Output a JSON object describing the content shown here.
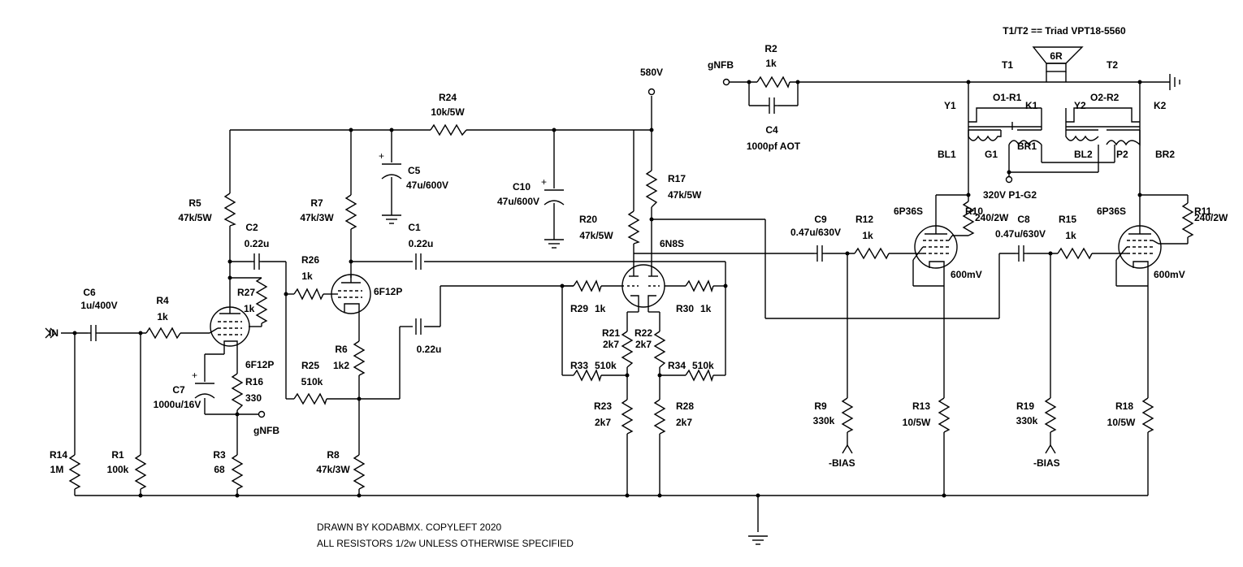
{
  "schematic": {
    "labels": {
      "in": "IN",
      "v580": "580V",
      "gnfb_top": "gNFB",
      "gnfb_bottom": "gNFB",
      "xfmr_note": "T1/T2 == Triad VPT18-5560",
      "speaker": "6R",
      "t1": "T1",
      "t2": "T2",
      "y1": "Y1",
      "y2": "Y2",
      "o1r1": "O1-R1",
      "o2r2": "O2-R2",
      "k1": "K1",
      "k2": "K2",
      "bl1": "BL1",
      "bl2": "BL2",
      "g1": "G1",
      "br1": "BR1",
      "br2": "BR2",
      "p2": "P2",
      "v320": "320V P1-G2",
      "bias1": "-BIAS",
      "bias2": "-BIAS",
      "mv1": "600mV",
      "mv2": "600mV",
      "credit": "DRAWN BY KODABMX. COPYLEFT 2020",
      "note": "ALL RESISTORS 1/2w UNLESS OTHERWISE SPECIFIED"
    },
    "components": {
      "r1": {
        "name": "R1",
        "value": "100k"
      },
      "r2": {
        "name": "R2",
        "value": "1k"
      },
      "r3": {
        "name": "R3",
        "value": "68"
      },
      "r4": {
        "name": "R4",
        "value": "1k"
      },
      "r5": {
        "name": "R5",
        "value": "47k/5W"
      },
      "r6": {
        "name": "R6",
        "value": "1k2"
      },
      "r7": {
        "name": "R7",
        "value": "47k/3W"
      },
      "r8": {
        "name": "R8",
        "value": "47k/3W"
      },
      "r9": {
        "name": "R9",
        "value": "330k"
      },
      "r10": {
        "name": "R10",
        "value": "240/2W"
      },
      "r11": {
        "name": "R11",
        "value": "240/2W"
      },
      "r12": {
        "name": "R12",
        "value": "1k"
      },
      "r13": {
        "name": "R13",
        "value": "10/5W"
      },
      "r14": {
        "name": "R14",
        "value": "1M"
      },
      "r15": {
        "name": "R15",
        "value": "1k"
      },
      "r16": {
        "name": "R16",
        "value": "330"
      },
      "r17": {
        "name": "R17",
        "value": "47k/5W"
      },
      "r18": {
        "name": "R18",
        "value": "10/5W"
      },
      "r19": {
        "name": "R19",
        "value": "330k"
      },
      "r20": {
        "name": "R20",
        "value": "47k/5W"
      },
      "r21": {
        "name": "R21",
        "value": "2k7"
      },
      "r22": {
        "name": "R22",
        "value": "2k7"
      },
      "r23": {
        "name": "R23",
        "value": "2k7"
      },
      "r24": {
        "name": "R24",
        "value": "10k/5W"
      },
      "r25": {
        "name": "R25",
        "value": "510k"
      },
      "r26": {
        "name": "R26",
        "value": "1k"
      },
      "r27": {
        "name": "R27",
        "value": "1k"
      },
      "r28": {
        "name": "R28",
        "value": "2k7"
      },
      "r29": {
        "name": "R29",
        "value": "1k"
      },
      "r30": {
        "name": "R30",
        "value": "1k"
      },
      "r33": {
        "name": "R33",
        "value": "510k"
      },
      "r34": {
        "name": "R34",
        "value": "510k"
      },
      "c1": {
        "name": "C1",
        "value": "0.22u"
      },
      "c2": {
        "name": "C2",
        "value": "0.22u"
      },
      "c3v": {
        "value": "0.22u"
      },
      "c4": {
        "name": "C4",
        "value": "1000pf AOT"
      },
      "c5": {
        "name": "C5",
        "value": "47u/600V"
      },
      "c6": {
        "name": "C6",
        "value": "1u/400V"
      },
      "c7": {
        "name": "C7",
        "value": "1000u/16V"
      },
      "c8": {
        "name": "C8",
        "value": "0.47u/630V"
      },
      "c9": {
        "name": "C9",
        "value": "0.47u/630V"
      },
      "c10": {
        "name": "C10",
        "value": "47u/600V"
      }
    },
    "tubes": {
      "v1": "6F12P",
      "v2": "6F12P",
      "v3": "6N8S",
      "v4": "6P36S",
      "v5": "6P36S"
    }
  }
}
